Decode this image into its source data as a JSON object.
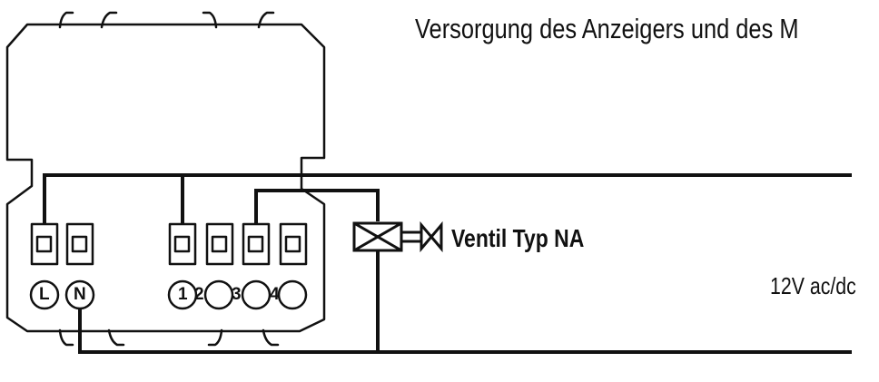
{
  "labels": {
    "title": "Versorgung des Anzeigers und des M",
    "valve": "Ventil Typ NA",
    "supply": "12V ac/dc"
  },
  "terminals": {
    "L": "L",
    "N": "N",
    "t1": "1",
    "t2": "2",
    "t3": "3",
    "t4": "4"
  },
  "colors": {
    "line": "#111111",
    "background": "#ffffff"
  }
}
